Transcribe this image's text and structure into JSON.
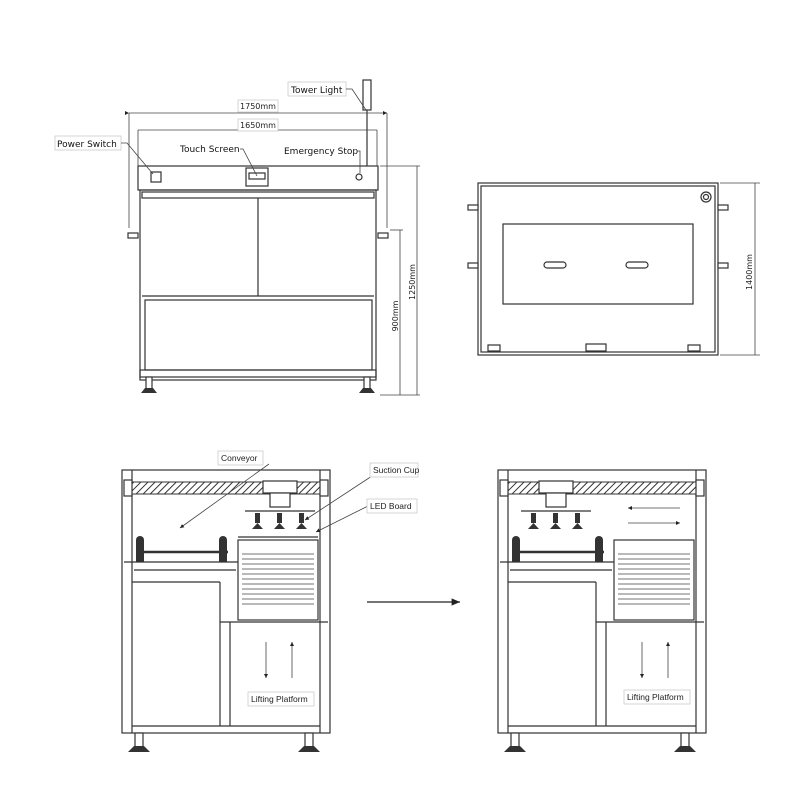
{
  "front_view": {
    "labels": {
      "tower_light": "Tower Light",
      "power_switch": "Power Switch",
      "touch_screen": "Touch Screen",
      "emergency_stop": "Emergency Stop"
    },
    "dimensions": {
      "overall_width": "1750mm",
      "body_width": "1650mm",
      "overall_height": "1250mm",
      "working_height": "900mm"
    }
  },
  "top_view": {
    "dimensions": {
      "depth": "1400mm"
    }
  },
  "side_view_before": {
    "labels": {
      "conveyor": "Conveyor",
      "suction_cup": "Suction Cup",
      "led_board": "LED Board",
      "lifting_platform": "Lifting Platform"
    }
  },
  "side_view_after": {
    "labels": {
      "lifting_platform": "Lifting Platform"
    }
  },
  "colors": {
    "line": "#333333",
    "label_border": "#cccccc"
  }
}
